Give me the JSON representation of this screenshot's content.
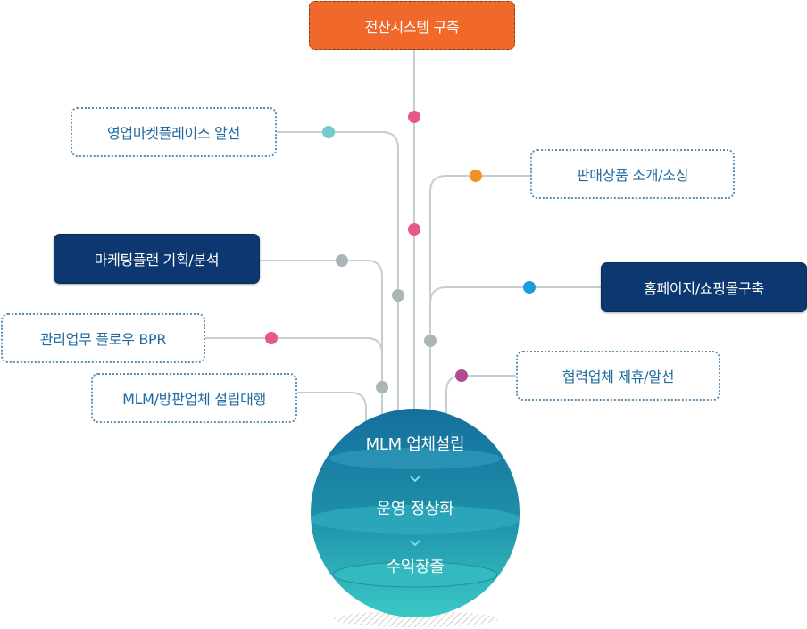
{
  "top_box": "전산시스템 구축",
  "left_items": {
    "marketplace": "영업마켓플레이스 알선",
    "marketing": "마케팅플랜 기획/분석",
    "bpr": "관리업무 플로우 BPR",
    "mlm_agency": "MLM/방판업체 설립대행"
  },
  "right_items": {
    "products": "판매상품 소개/소싱",
    "homepage": "홈페이지/쇼핑몰구축",
    "partners": "협력업체 제휴/알선"
  },
  "sphere": {
    "stage1": "MLM 업체설립",
    "stage2": "운영 정상화",
    "stage3": "수익창출"
  },
  "colors": {
    "orange": "#f0682a",
    "navy": "#0d3770",
    "dot_pink": "#e85886",
    "dot_teal": "#72cbcf",
    "dot_orange": "#f39023",
    "dot_blue": "#1a9de0",
    "dot_purple": "#b34a8d",
    "dot_gray": "#aab5b8"
  }
}
